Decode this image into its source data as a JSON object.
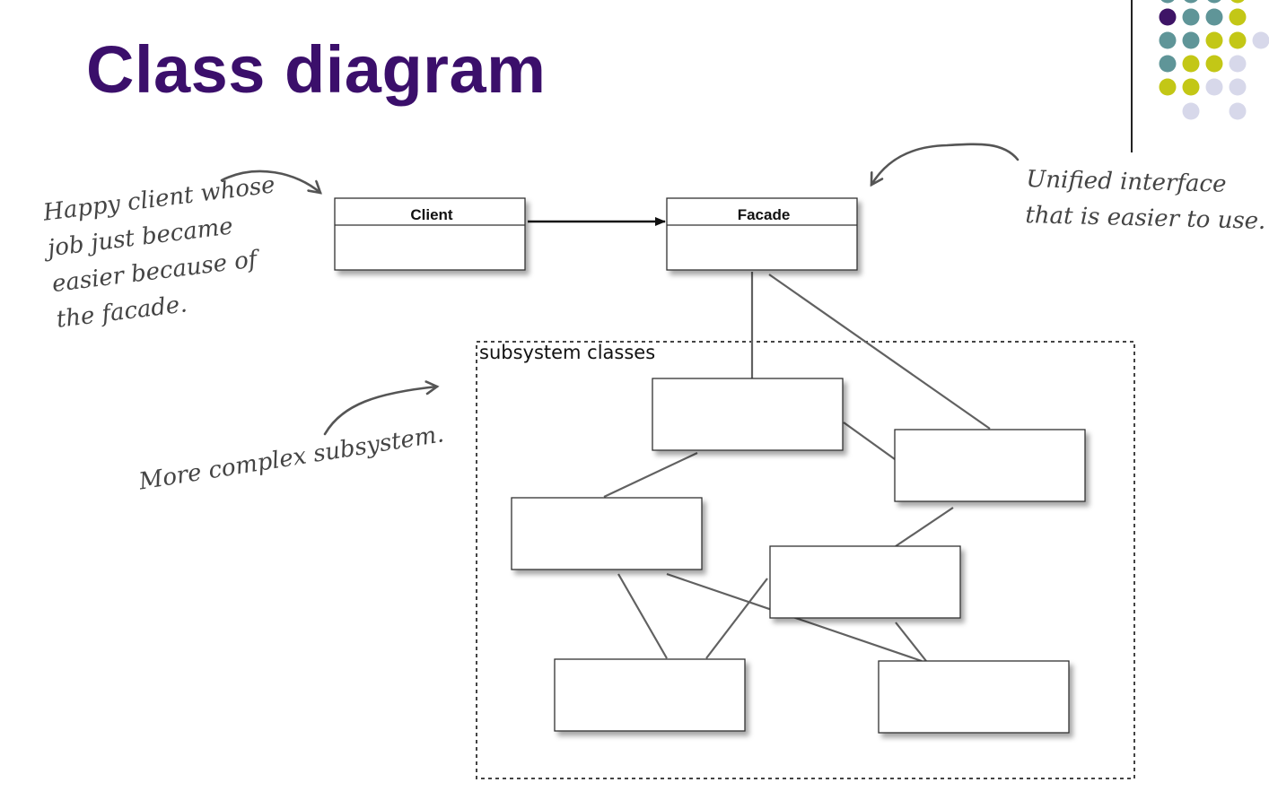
{
  "title": "Class diagram",
  "classes": {
    "client": "Client",
    "facade": "Facade"
  },
  "subsystem": {
    "label": "subsystem classes"
  },
  "notes": {
    "client": [
      "Happy client whose",
      "job just became",
      "easier because of",
      "the facade."
    ],
    "facade": [
      "Unified interface",
      "that is easier to use."
    ],
    "subsystem": [
      "More complex subsystem."
    ]
  },
  "colors": {
    "title": "#3b0f6b",
    "purple_dot": "#3e1466",
    "teal_dot": "#5f9598",
    "lime_dot": "#c3c716",
    "lavender_dot": "#d7d8ea",
    "line": "#616161",
    "note_text": "#444444"
  }
}
